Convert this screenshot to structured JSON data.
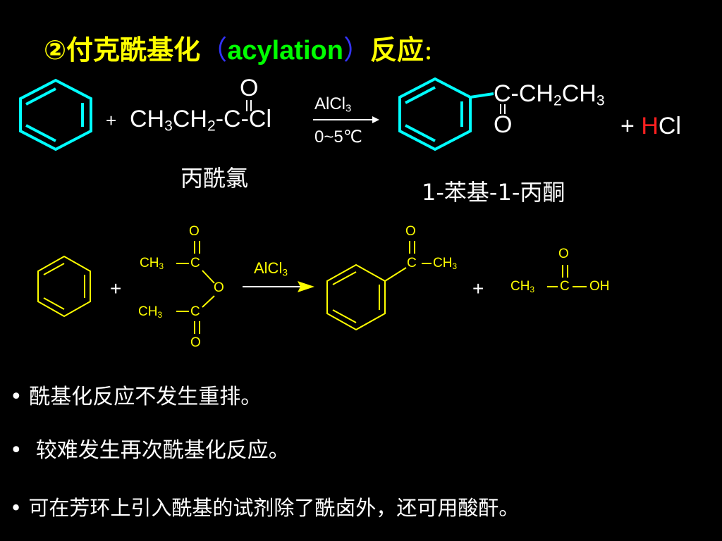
{
  "title": {
    "prefix": "②付克酰基化",
    "paren_open": "（",
    "english": "acylation",
    "paren_close": "）",
    "suffix": "反应",
    "colon": "："
  },
  "reaction1": {
    "plus1": "+",
    "reagent_part1": "CH",
    "reagent_sub1": "3",
    "reagent_part2": "CH",
    "reagent_sub2": "2",
    "reagent_part3": "-C-Cl",
    "reagent_oxygen": "O",
    "reagent_name": "丙酰氯",
    "catalyst_main": "AlCl",
    "catalyst_sub": "3",
    "conditions": "0~5℃",
    "product_chain_c": "C-CH",
    "product_chain_sub1": "2",
    "product_chain_ch": "CH",
    "product_chain_sub2": "3",
    "product_oxygen": "O",
    "product_name": "1-苯基-1-丙酮",
    "plus2": "+",
    "byproduct_h": "H",
    "byproduct_cl": "Cl"
  },
  "reaction2": {
    "plus1": "+",
    "anhydride_ch3_top": "CH",
    "anhydride_ch3_top_sub": "3",
    "anhydride_c_top": "C",
    "anhydride_o_top": "O",
    "anhydride_o_bridge": "O",
    "anhydride_ch3_bottom": "CH",
    "anhydride_ch3_bottom_sub": "3",
    "anhydride_c_bottom": "C",
    "anhydride_o_bottom": "O",
    "catalyst_main": "AlCl",
    "catalyst_sub": "3",
    "product_c": "C",
    "product_ch3": "CH",
    "product_ch3_sub": "3",
    "product_o": "O",
    "plus2": "+",
    "acid_ch3": "CH",
    "acid_ch3_sub": "3",
    "acid_c": "C",
    "acid_oh": "OH",
    "acid_o": "O"
  },
  "bullets": [
    "酰基化反应不发生重排。",
    "较难发生再次酰基化反应。",
    "可在芳环上引入酰基的试剂除了酰卤外，还可用酸酐。"
  ],
  "bullet_marker": "•",
  "colors": {
    "background": "#000000",
    "title": "#ffff00",
    "english": "#00ff00",
    "paren": "#3333ff",
    "benzene_cyan": "#00ffff",
    "hcl_h": "#ff2020",
    "reaction2": "#ffff00"
  }
}
